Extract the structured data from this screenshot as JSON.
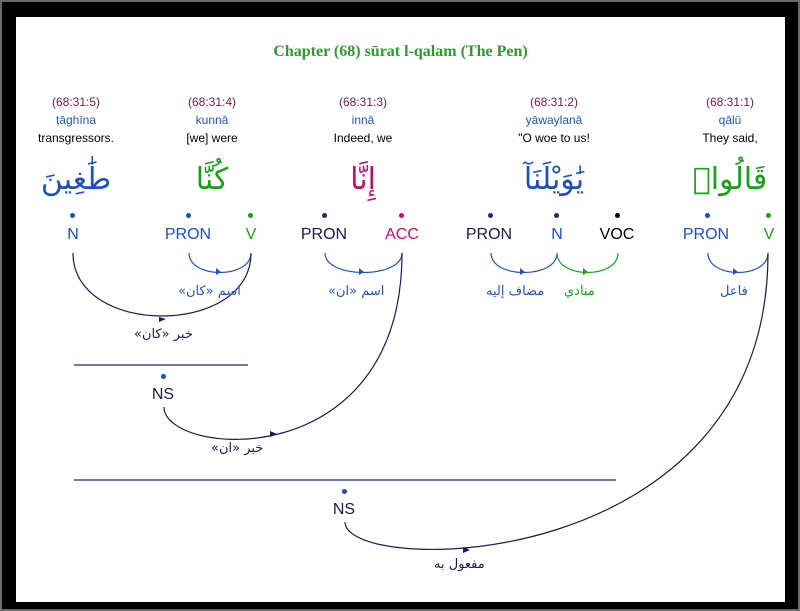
{
  "title": "Chapter (68) sūrat l-qalam (The Pen)",
  "colors": {
    "noun": "#1f4fbf",
    "pronoun": "#1f4fbf",
    "verb": "#1aa01a",
    "particle": "#c0106a",
    "voc": "#000000",
    "ref": "#6b1f4b",
    "title": "#2e9a2e"
  },
  "words": [
    {
      "ref": "(68:31:1)",
      "translit": "qālū",
      "gloss": "They said,",
      "arabic": "قَالُوا۟",
      "arabic_color": "#1aa01a"
    },
    {
      "ref": "(68:31:2)",
      "translit": "yāwaylanā",
      "gloss": "\"O woe to us!",
      "arabic": "يَٰوَيْلَنَآ",
      "arabic_color": "#1f4fbf"
    },
    {
      "ref": "(68:31:3)",
      "translit": "innā",
      "gloss": "Indeed, we",
      "arabic": "إِنَّا",
      "arabic_color": "#c0106a"
    },
    {
      "ref": "(68:31:4)",
      "translit": "kunnā",
      "gloss": "[we] were",
      "arabic": "كُنَّا",
      "arabic_color": "#1aa01a"
    },
    {
      "ref": "(68:31:5)",
      "translit": "ṭāghīna",
      "gloss": "transgressors.",
      "arabic": "طَٰغِينَ",
      "arabic_color": "#1f4fbf"
    }
  ],
  "tags": {
    "w1_pron": "PRON",
    "w1_v": "V",
    "w2_pron": "PRON",
    "w2_n": "N",
    "w2_voc": "VOC",
    "w3_pron": "PRON",
    "w3_acc": "ACC",
    "w4_pron": "PRON",
    "w4_v": "V",
    "w5_n": "N",
    "ns1": "NS",
    "ns2": "NS"
  },
  "relations": {
    "w1_subj": "فاعل",
    "w2_poss": "مضاف إليه",
    "w2_voc": "منادي",
    "w3_subj": "اسم «ان»",
    "w4_subj": "اسم «كان»",
    "kana_pred": "خبر «كان»",
    "inna_pred": "خبر «ان»",
    "object": "مفعول به"
  }
}
